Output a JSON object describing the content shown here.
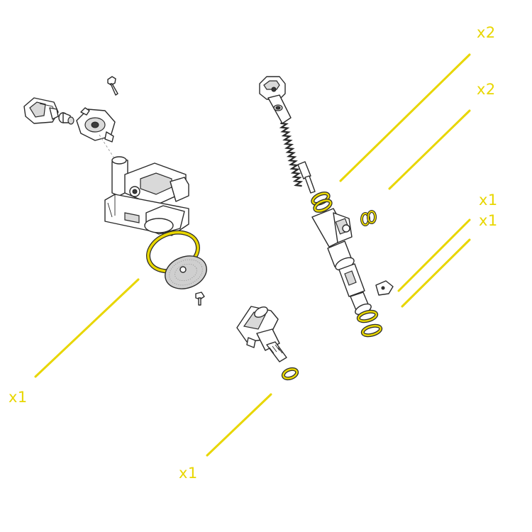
{
  "diagram": {
    "accent_color": "#e8d600",
    "callouts": [
      {
        "id": "q1",
        "label": "x2"
      },
      {
        "id": "q2",
        "label": "x2"
      },
      {
        "id": "q3",
        "label": "x1"
      },
      {
        "id": "q4",
        "label": "x1"
      },
      {
        "id": "q5",
        "label": "x1"
      },
      {
        "id": "q6",
        "label": "x1"
      }
    ]
  }
}
